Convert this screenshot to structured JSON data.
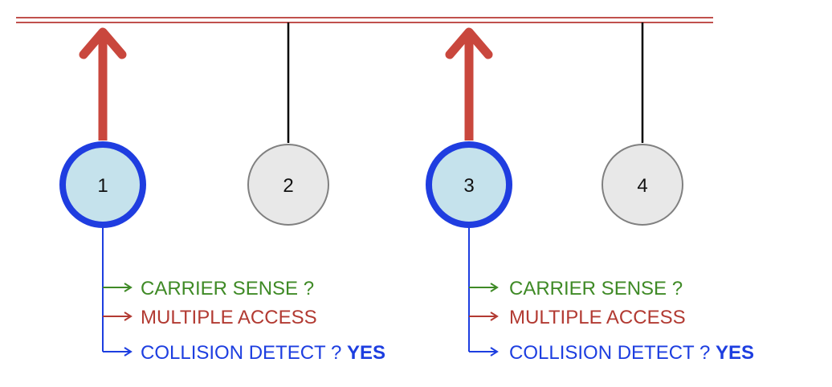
{
  "nodes": [
    {
      "label": "1",
      "state": "active"
    },
    {
      "label": "2",
      "state": "idle"
    },
    {
      "label": "3",
      "state": "active"
    },
    {
      "label": "4",
      "state": "idle"
    }
  ],
  "annotations": [
    {
      "node": "1",
      "carrier_sense": "CARRIER SENSE ?",
      "multiple_access": "MULTIPLE ACCESS",
      "collision_detect": "COLLISION DETECT ?",
      "collision_answer": "YES"
    },
    {
      "node": "3",
      "carrier_sense": "CARRIER SENSE ?",
      "multiple_access": "MULTIPLE ACCESS",
      "collision_detect": "COLLISION DETECT ?",
      "collision_answer": "YES"
    }
  ],
  "colors": {
    "bus": "#c0504d",
    "arrow": "#c9473d",
    "active_ring": "#1f3de0",
    "active_fill": "#c5e2ec",
    "idle_ring": "#808080",
    "idle_fill": "#e8e8e8",
    "connector": "#000000",
    "carrier_sense": "#3f8a26",
    "multiple_access": "#b23a32",
    "collision_detect": "#1d3ee0"
  }
}
